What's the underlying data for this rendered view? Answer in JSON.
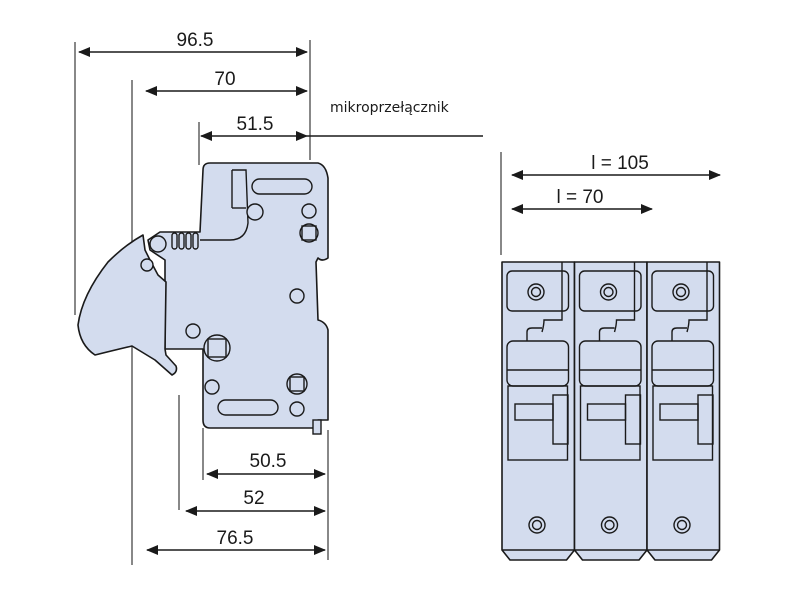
{
  "title": "Fuse holder dimension drawing",
  "colors": {
    "body_fill": "#d3dcee",
    "outline": "#1a1a1a",
    "background": "#ffffff"
  },
  "side_view": {
    "top_dimensions": [
      {
        "id": "overall",
        "label": "96.5"
      },
      {
        "id": "mid",
        "label": "70"
      },
      {
        "id": "inner",
        "label": "51.5"
      }
    ],
    "bottom_dimensions": [
      {
        "id": "inner",
        "label": "50.5"
      },
      {
        "id": "mid",
        "label": "52"
      },
      {
        "id": "overall",
        "label": "76.5"
      }
    ],
    "callout_label": "mikroprzełącznik"
  },
  "front_view": {
    "poles": 3,
    "width_dimensions": [
      {
        "id": "three-pole",
        "label": "l = 105"
      },
      {
        "id": "two-pole",
        "label": "l = 70"
      }
    ]
  }
}
